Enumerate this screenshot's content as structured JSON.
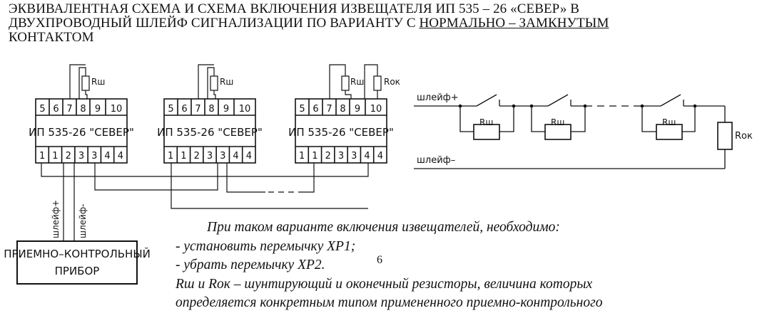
{
  "title": {
    "part1": "ЭКВИВАЛЕНТНАЯ СХЕМА И СХЕМА ВКЛЮЧЕНИЯ ИЗВЕЩАТЕЛЯ ИП 535 – 26 «СЕВЕР» В",
    "part2": "ДВУХПРОВОДНЫЙ ШЛЕЙФ СИГНАЛИЗАЦИИ ПО ВАРИАНТУ С ",
    "underlined": "НОРМАЛЬНО –  ЗАМКНУТЫМ",
    "part3": "КОНТАКТОМ"
  },
  "detector": {
    "label": "ИП 535-26 \"СЕВЕР\"",
    "top_terminals": [
      "5",
      "6",
      "7",
      "8",
      "9",
      "10"
    ],
    "bottom_terminals": [
      "1",
      "1",
      "2",
      "3",
      "3",
      "4",
      "4"
    ]
  },
  "resistors": {
    "shunt": "Rш",
    "terminal": "Rок"
  },
  "wires": {
    "loop_plus": "шлейф+",
    "loop_minus": "шлейф–",
    "loop_plus_vertical": "шлейф+",
    "loop_minus_vertical": "шлейф-"
  },
  "panel": {
    "line1": "ПРИЕМНО–КОНТРОЛЬНЫЙ",
    "line2": "ПРИБОР"
  },
  "notes": [
    "При таком варианте включения извещателей, необходимо:",
    "- установить перемычку XP1;",
    "- убрать перемычку XP2.",
    "Rш и Rок – шунтирующий и оконечный резисторы, величина которых",
    "определяется конкретным типом примененного приемно-контрольного"
  ],
  "page_number": "6"
}
